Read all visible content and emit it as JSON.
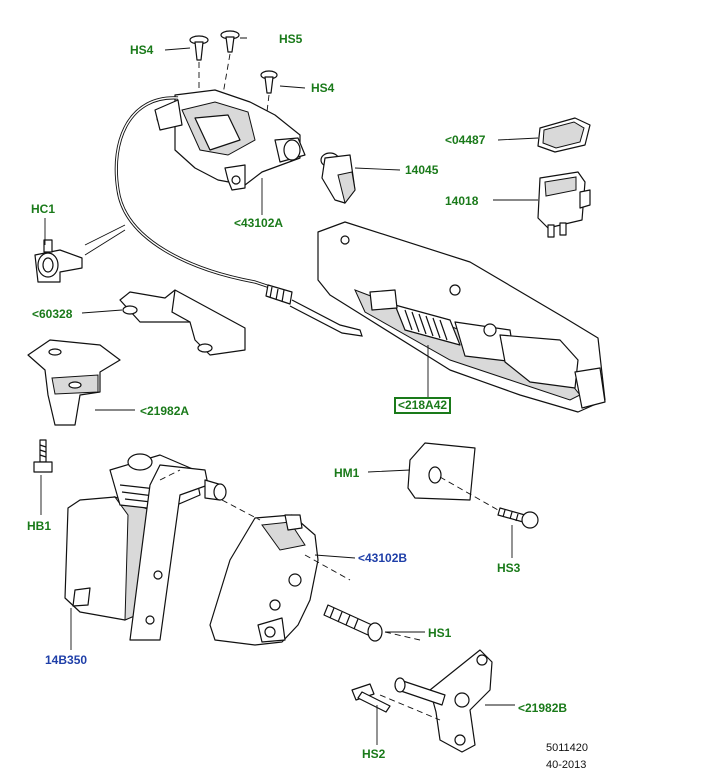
{
  "labels": {
    "hs4_top": "HS4",
    "hs5": "HS5",
    "hs4_right": "HS4",
    "l04487": "<04487",
    "l14045": "14045",
    "l14018": "14018",
    "hc1": "HC1",
    "l43102a": "<43102A",
    "l60328": "<60328",
    "l218a42": "<218A42",
    "l21982a": "<21982A",
    "hm1": "HM1",
    "hb1": "HB1",
    "l43102b": "<43102B",
    "hs3": "HS3",
    "hs1": "HS1",
    "l14b350": "14B350",
    "l21982b": "<21982B",
    "hs2": "HS2"
  },
  "footer": {
    "ref": "5011420",
    "date": "40-2013"
  },
  "colors": {
    "label_green": "#1a7a1a",
    "label_blue": "#1f3fa8"
  }
}
